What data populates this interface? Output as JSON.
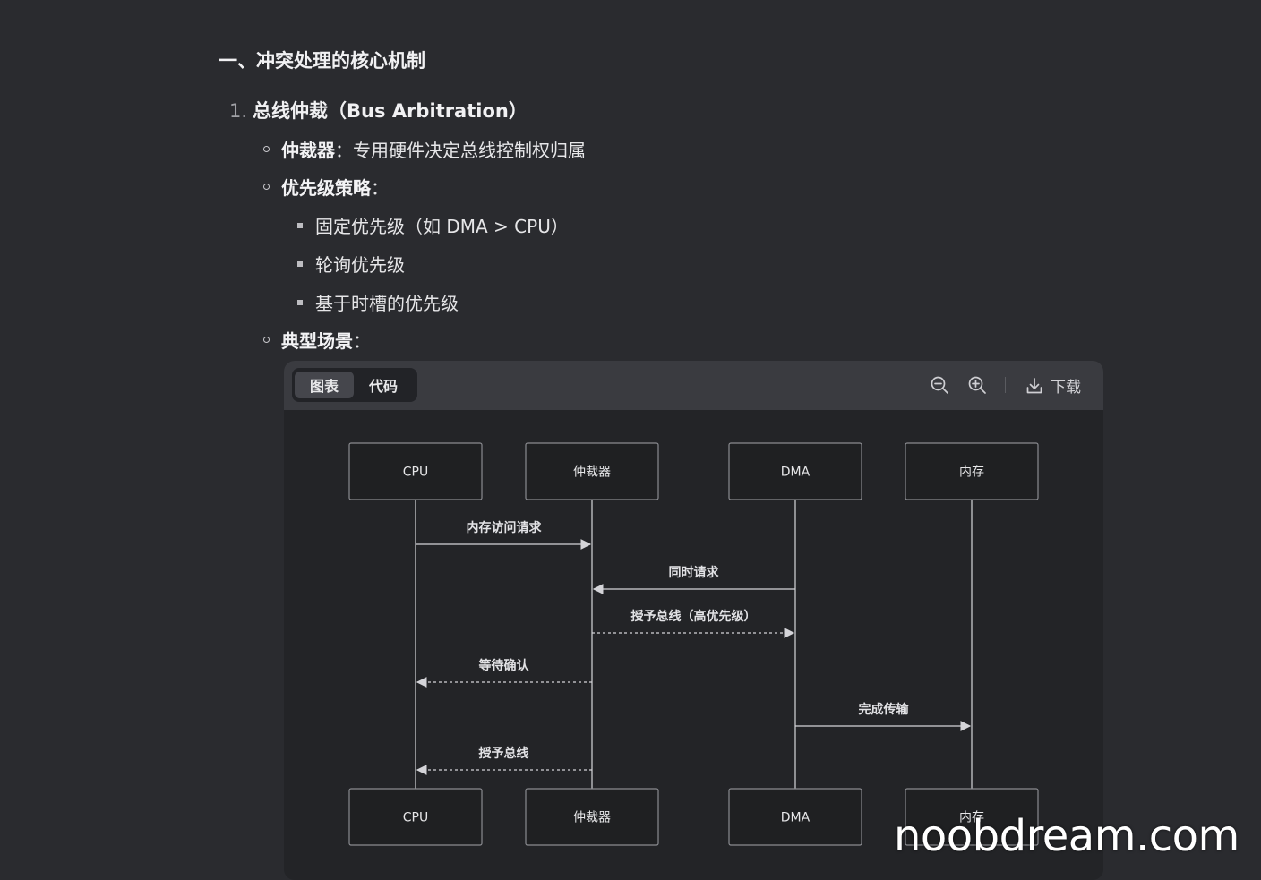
{
  "heading": "一、冲突处理的核心机制",
  "ordered_item": {
    "number": "1.",
    "text": "总线仲裁（Bus Arbitration）"
  },
  "bullets": [
    {
      "bold": "仲裁器",
      "text": "：专用硬件决定总线控制权归属"
    },
    {
      "bold": "优先级策略",
      "text": "："
    },
    {
      "bold": "典型场景",
      "text": "："
    }
  ],
  "sub_bullets": [
    "固定优先级（如 DMA > CPU）",
    "轮询优先级",
    "基于时槽的优先级"
  ],
  "diagram_toolbar": {
    "tab_chart": "图表",
    "tab_code": "代码",
    "download_label": "下载",
    "icons": [
      "zoom-out-icon",
      "zoom-in-icon",
      "download-icon"
    ]
  },
  "sequence": {
    "participants": [
      "CPU",
      "仲裁器",
      "DMA",
      "内存"
    ],
    "messages": [
      {
        "from": 0,
        "to": 1,
        "label": "内存访问请求",
        "style": "solid"
      },
      {
        "from": 2,
        "to": 1,
        "label": "同时请求",
        "style": "solid"
      },
      {
        "from": 1,
        "to": 2,
        "label": "授予总线（高优先级）",
        "style": "dashed"
      },
      {
        "from": 1,
        "to": 0,
        "label": "等待确认",
        "style": "dashed"
      },
      {
        "from": 2,
        "to": 3,
        "label": "完成传输",
        "style": "solid"
      },
      {
        "from": 1,
        "to": 0,
        "label": "授予总线",
        "style": "dashed"
      }
    ]
  },
  "colors": {
    "page_bg": "#2a2b2f",
    "toolbar_bg": "#3a3b40",
    "diagram_bg": "#232427",
    "line": "#c9c9cd"
  },
  "watermark": "noobdream.com"
}
